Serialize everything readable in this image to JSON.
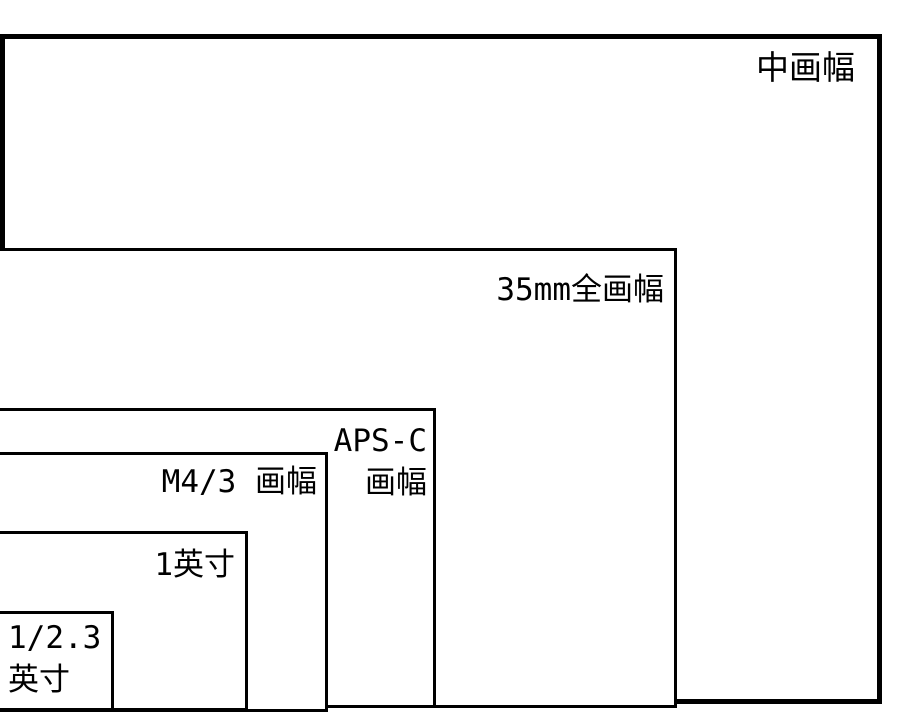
{
  "formats": {
    "medium": "中画幅",
    "full_frame": "35mm全画幅",
    "apsc": "APS-C\n画幅",
    "m43": "M4/3 画幅",
    "one_inch": "1英寸",
    "small": "1/2.3\n英寸"
  }
}
